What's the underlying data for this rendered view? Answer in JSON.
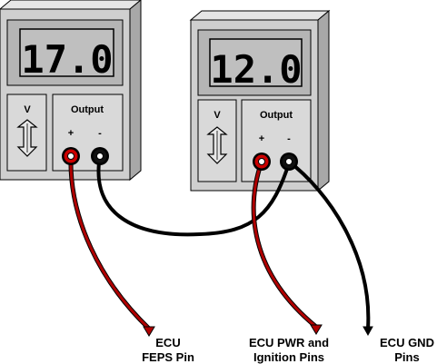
{
  "supply_left": {
    "display": "17.0",
    "v_label": "V",
    "output_label": "Output",
    "plus": "+",
    "minus": "-"
  },
  "supply_right": {
    "display": "12.0",
    "v_label": "V",
    "output_label": "Output",
    "plus": "+",
    "minus": "-"
  },
  "labels": {
    "feps_line1": "ECU",
    "feps_line2": "FEPS Pin",
    "pwr_line1": "ECU PWR and",
    "pwr_line2": "Ignition Pins",
    "gnd_line1": "ECU GND",
    "gnd_line2": "Pins"
  },
  "colors": {
    "case_front": "#cfcfcf",
    "case_side": "#a8a8a8",
    "case_top": "#e6e6e6",
    "display_bg": "#bfbfbf",
    "wire_red": "#b00000",
    "wire_black": "#000000",
    "jack_red": "#cc0000"
  }
}
